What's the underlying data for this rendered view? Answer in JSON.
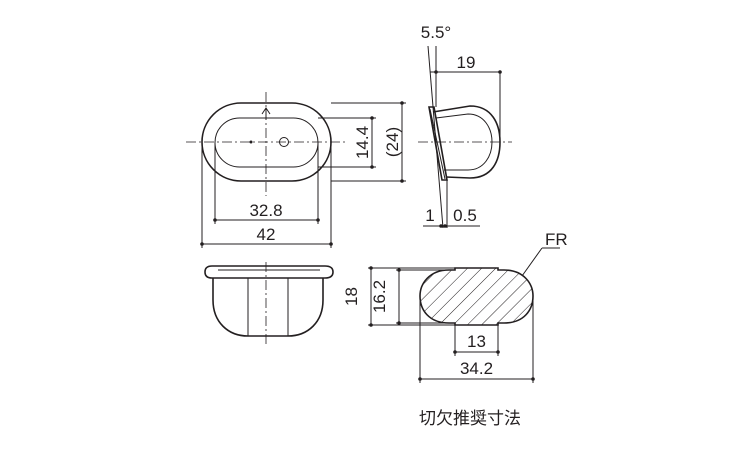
{
  "labels": {
    "angle": "5.5°",
    "depth_19": "19",
    "inner_height": "14.4",
    "outer_height": "(24)",
    "inner_width": "32.8",
    "outer_width": "42",
    "thickness_1": "1",
    "thickness_05": "0.5",
    "fr_note": "FR",
    "cutout_height_18": "18",
    "cutout_height_162": "16.2",
    "cutout_flat_13": "13",
    "cutout_width_342": "34.2",
    "caption": "切欠推奨寸法"
  }
}
